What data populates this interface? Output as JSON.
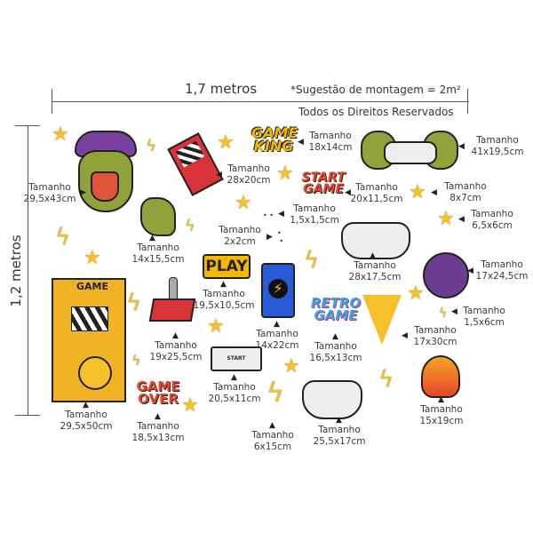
{
  "dimensions": {
    "width_label": "1,7 metros",
    "height_label": "1,2 metros"
  },
  "notes": {
    "suggestion": "*Sugestão de montagem = 2m²",
    "rights": "Todos os Direitos Reservados"
  },
  "size_word": "Tamanho",
  "stickers": [
    {
      "name": "dinosaur",
      "size": "29,5x43cm"
    },
    {
      "name": "handheld-console",
      "size": "28x20cm"
    },
    {
      "name": "game-king",
      "size": "18x14cm",
      "text": "GAME KING"
    },
    {
      "name": "claws-controller",
      "size": "41x19,5cm"
    },
    {
      "name": "start-game",
      "size": "20x11,5cm",
      "text": "START GAME"
    },
    {
      "name": "star-large",
      "size": "8x7cm"
    },
    {
      "name": "star-medium",
      "size": "6,5x6cm"
    },
    {
      "name": "dots",
      "size": "1,5x1,5cm"
    },
    {
      "name": "dots-small",
      "size": "2x2cm"
    },
    {
      "name": "claw",
      "size": "14x15,5cm"
    },
    {
      "name": "gamepad",
      "size": "28x17,5cm"
    },
    {
      "name": "bomb",
      "size": "17x24,5cm"
    },
    {
      "name": "play",
      "size": "19,5x10,5cm",
      "text": "PLAY"
    },
    {
      "name": "energy-can",
      "size": "14x22cm"
    },
    {
      "name": "small-bolt",
      "size": "1,5x6cm"
    },
    {
      "name": "pizza",
      "size": "17x30cm"
    },
    {
      "name": "retro-game",
      "size": "16,5x13cm",
      "text": "RETRO GAME"
    },
    {
      "name": "joystick",
      "size": "19x25,5cm"
    },
    {
      "name": "nes-controller",
      "size": "20,5x11cm",
      "text": "START"
    },
    {
      "name": "arcade",
      "size": "29,5x50cm",
      "text": "GAME"
    },
    {
      "name": "game-over",
      "size": "18,5x13cm",
      "text": "GAME OVER"
    },
    {
      "name": "bolt",
      "size": "6x15cm"
    },
    {
      "name": "controller",
      "size": "25,5x17cm"
    },
    {
      "name": "fire",
      "size": "15x19cm"
    }
  ],
  "colors": {
    "star": "#f5c02a",
    "dino": "#8fa33a",
    "purple": "#7b3fa0",
    "red": "#d9333a",
    "blue": "#2a5bd7"
  }
}
